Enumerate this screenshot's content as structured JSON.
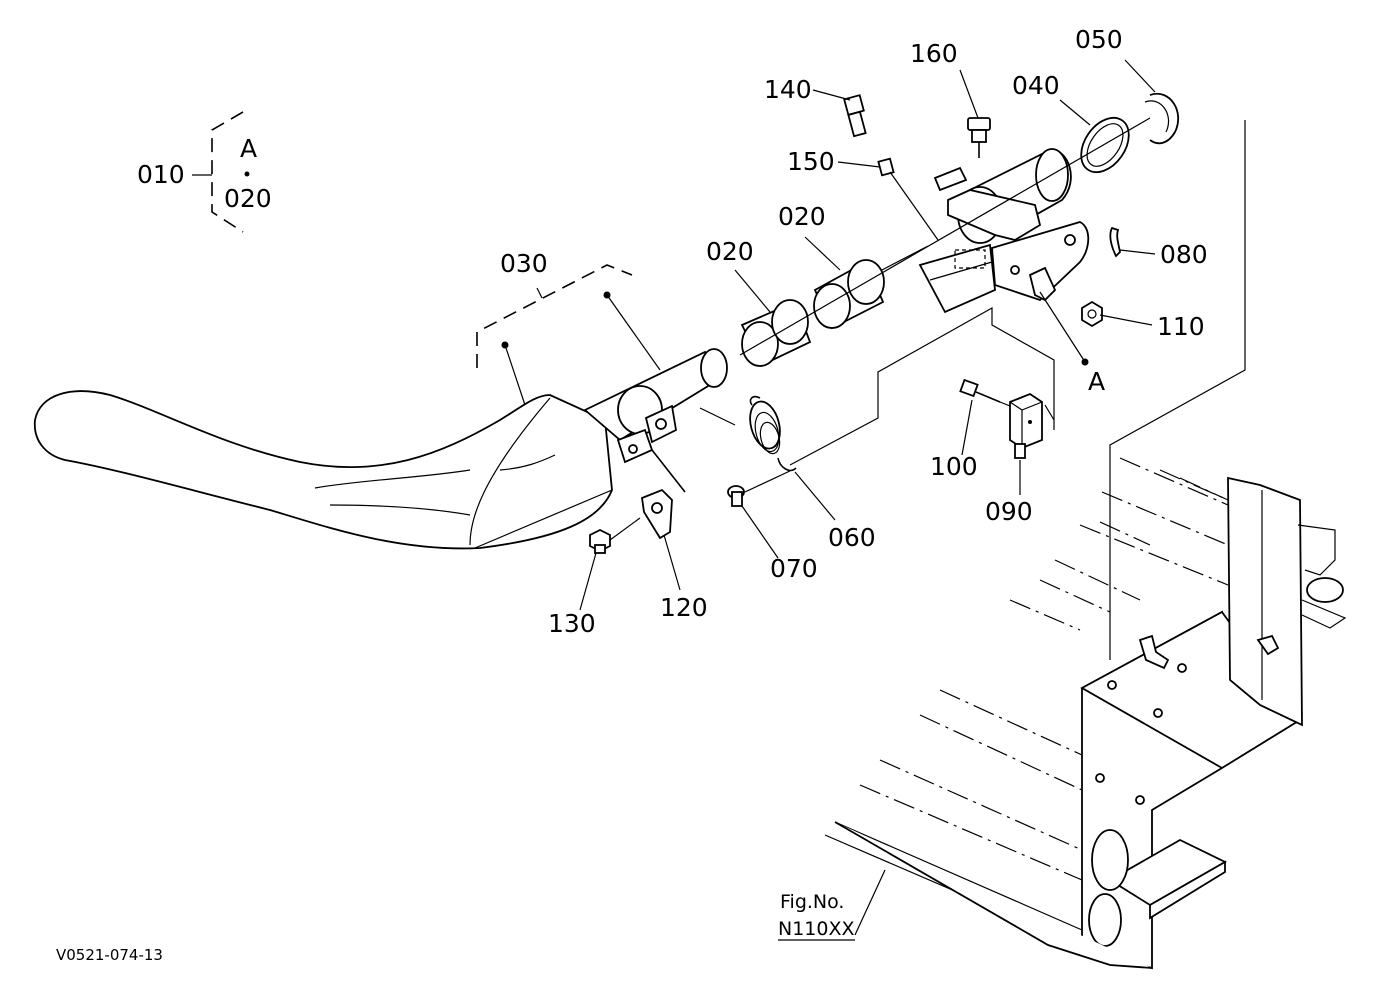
{
  "diagram": {
    "callouts": {
      "p010": "010",
      "p020_bracket": "020",
      "p020a": "020",
      "p020b": "020",
      "p030": "030",
      "p040": "040",
      "p050": "050",
      "p060": "060",
      "p070": "070",
      "p080": "080",
      "p090": "090",
      "p100": "100",
      "p110": "110",
      "p120": "120",
      "p130": "130",
      "p140": "140",
      "p150": "150",
      "p160": "160"
    },
    "ref_marks": {
      "bracket_a": "A",
      "point_a": "A"
    },
    "figure_ref": {
      "line1": "Fig.No.",
      "line2": "N110XX"
    },
    "drawing_code": "V0521-074-13"
  }
}
